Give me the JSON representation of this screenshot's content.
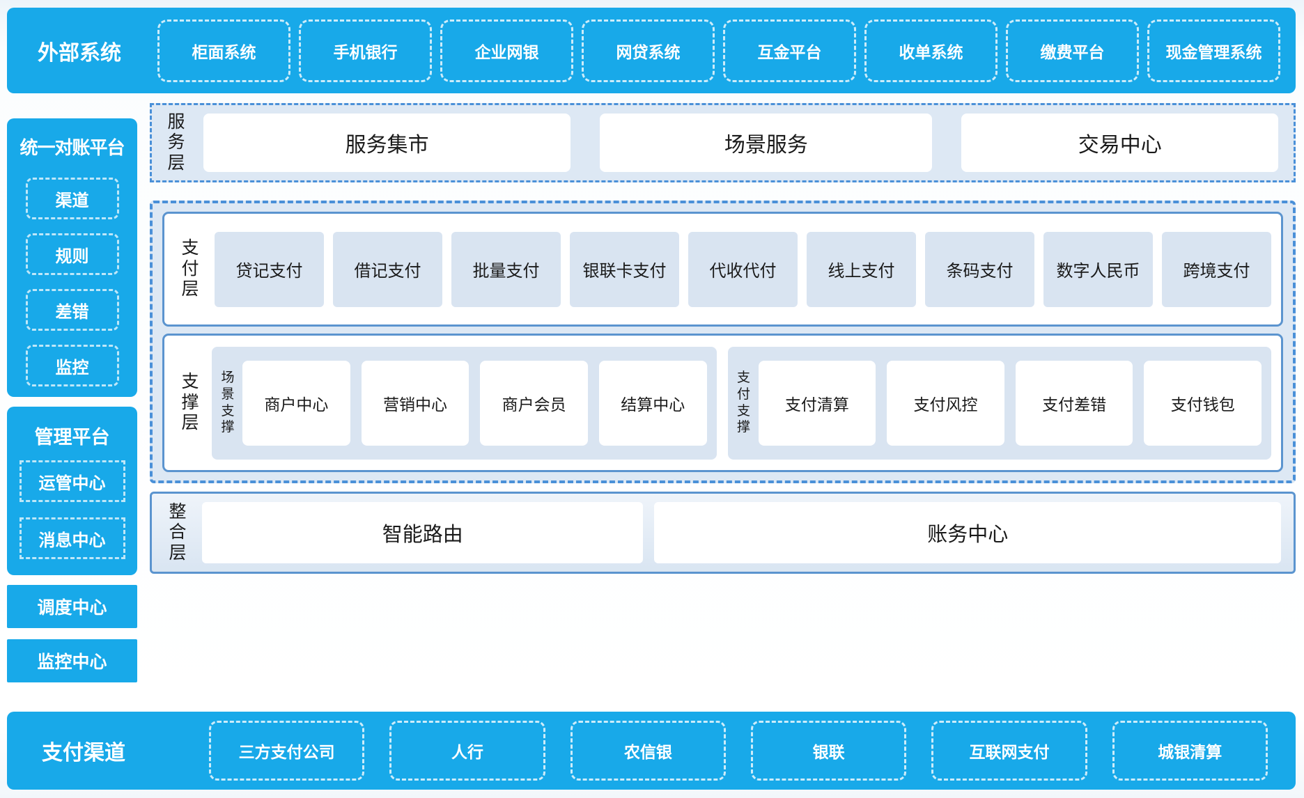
{
  "external_systems": {
    "title": "外部系统",
    "items": [
      "柜面系统",
      "手机银行",
      "企业网银",
      "网贷系统",
      "互金平台",
      "收单系统",
      "缴费平台",
      "现金管理系统"
    ]
  },
  "sidebar": {
    "reconciliation": {
      "title": "统一对账平台",
      "items": [
        "渠道",
        "规则",
        "差错",
        "监控"
      ]
    },
    "management": {
      "title": "管理平台",
      "items": [
        "运管中心",
        "消息中心"
      ]
    },
    "dispatch_center": "调度中心",
    "monitor_center": "监控中心"
  },
  "service_layer": {
    "label": "服务层",
    "items": [
      "服务集市",
      "场景服务",
      "交易中心"
    ]
  },
  "payment_layer": {
    "label": "支付层",
    "items": [
      "贷记支付",
      "借记支付",
      "批量支付",
      "银联卡支付",
      "代收代付",
      "线上支付",
      "条码支付",
      "数字人民币",
      "跨境支付"
    ]
  },
  "support_layer": {
    "label": "支撑层",
    "groups": [
      {
        "label": "场景支撑",
        "items": [
          "商户中心",
          "营销中心",
          "商户会员",
          "结算中心"
        ]
      },
      {
        "label": "支付支撑",
        "items": [
          "支付清算",
          "支付风控",
          "支付差错",
          "支付钱包"
        ]
      }
    ]
  },
  "integration_layer": {
    "label": "整合层",
    "items": [
      "智能路由",
      "账务中心"
    ]
  },
  "payment_channels": {
    "title": "支付渠道",
    "items": [
      "三方支付公司",
      "人行",
      "农信银",
      "银联",
      "互联网支付",
      "城银清算"
    ]
  },
  "colors": {
    "brand_blue": "#18a9e9",
    "panel_border_blue": "#4a90d8",
    "solid_border_blue": "#5b94cf",
    "panel_bg": "#dde8f4",
    "chip_bg": "#d9e4f1",
    "text_dark": "#1a1a1a",
    "text_light": "#ffffff"
  }
}
